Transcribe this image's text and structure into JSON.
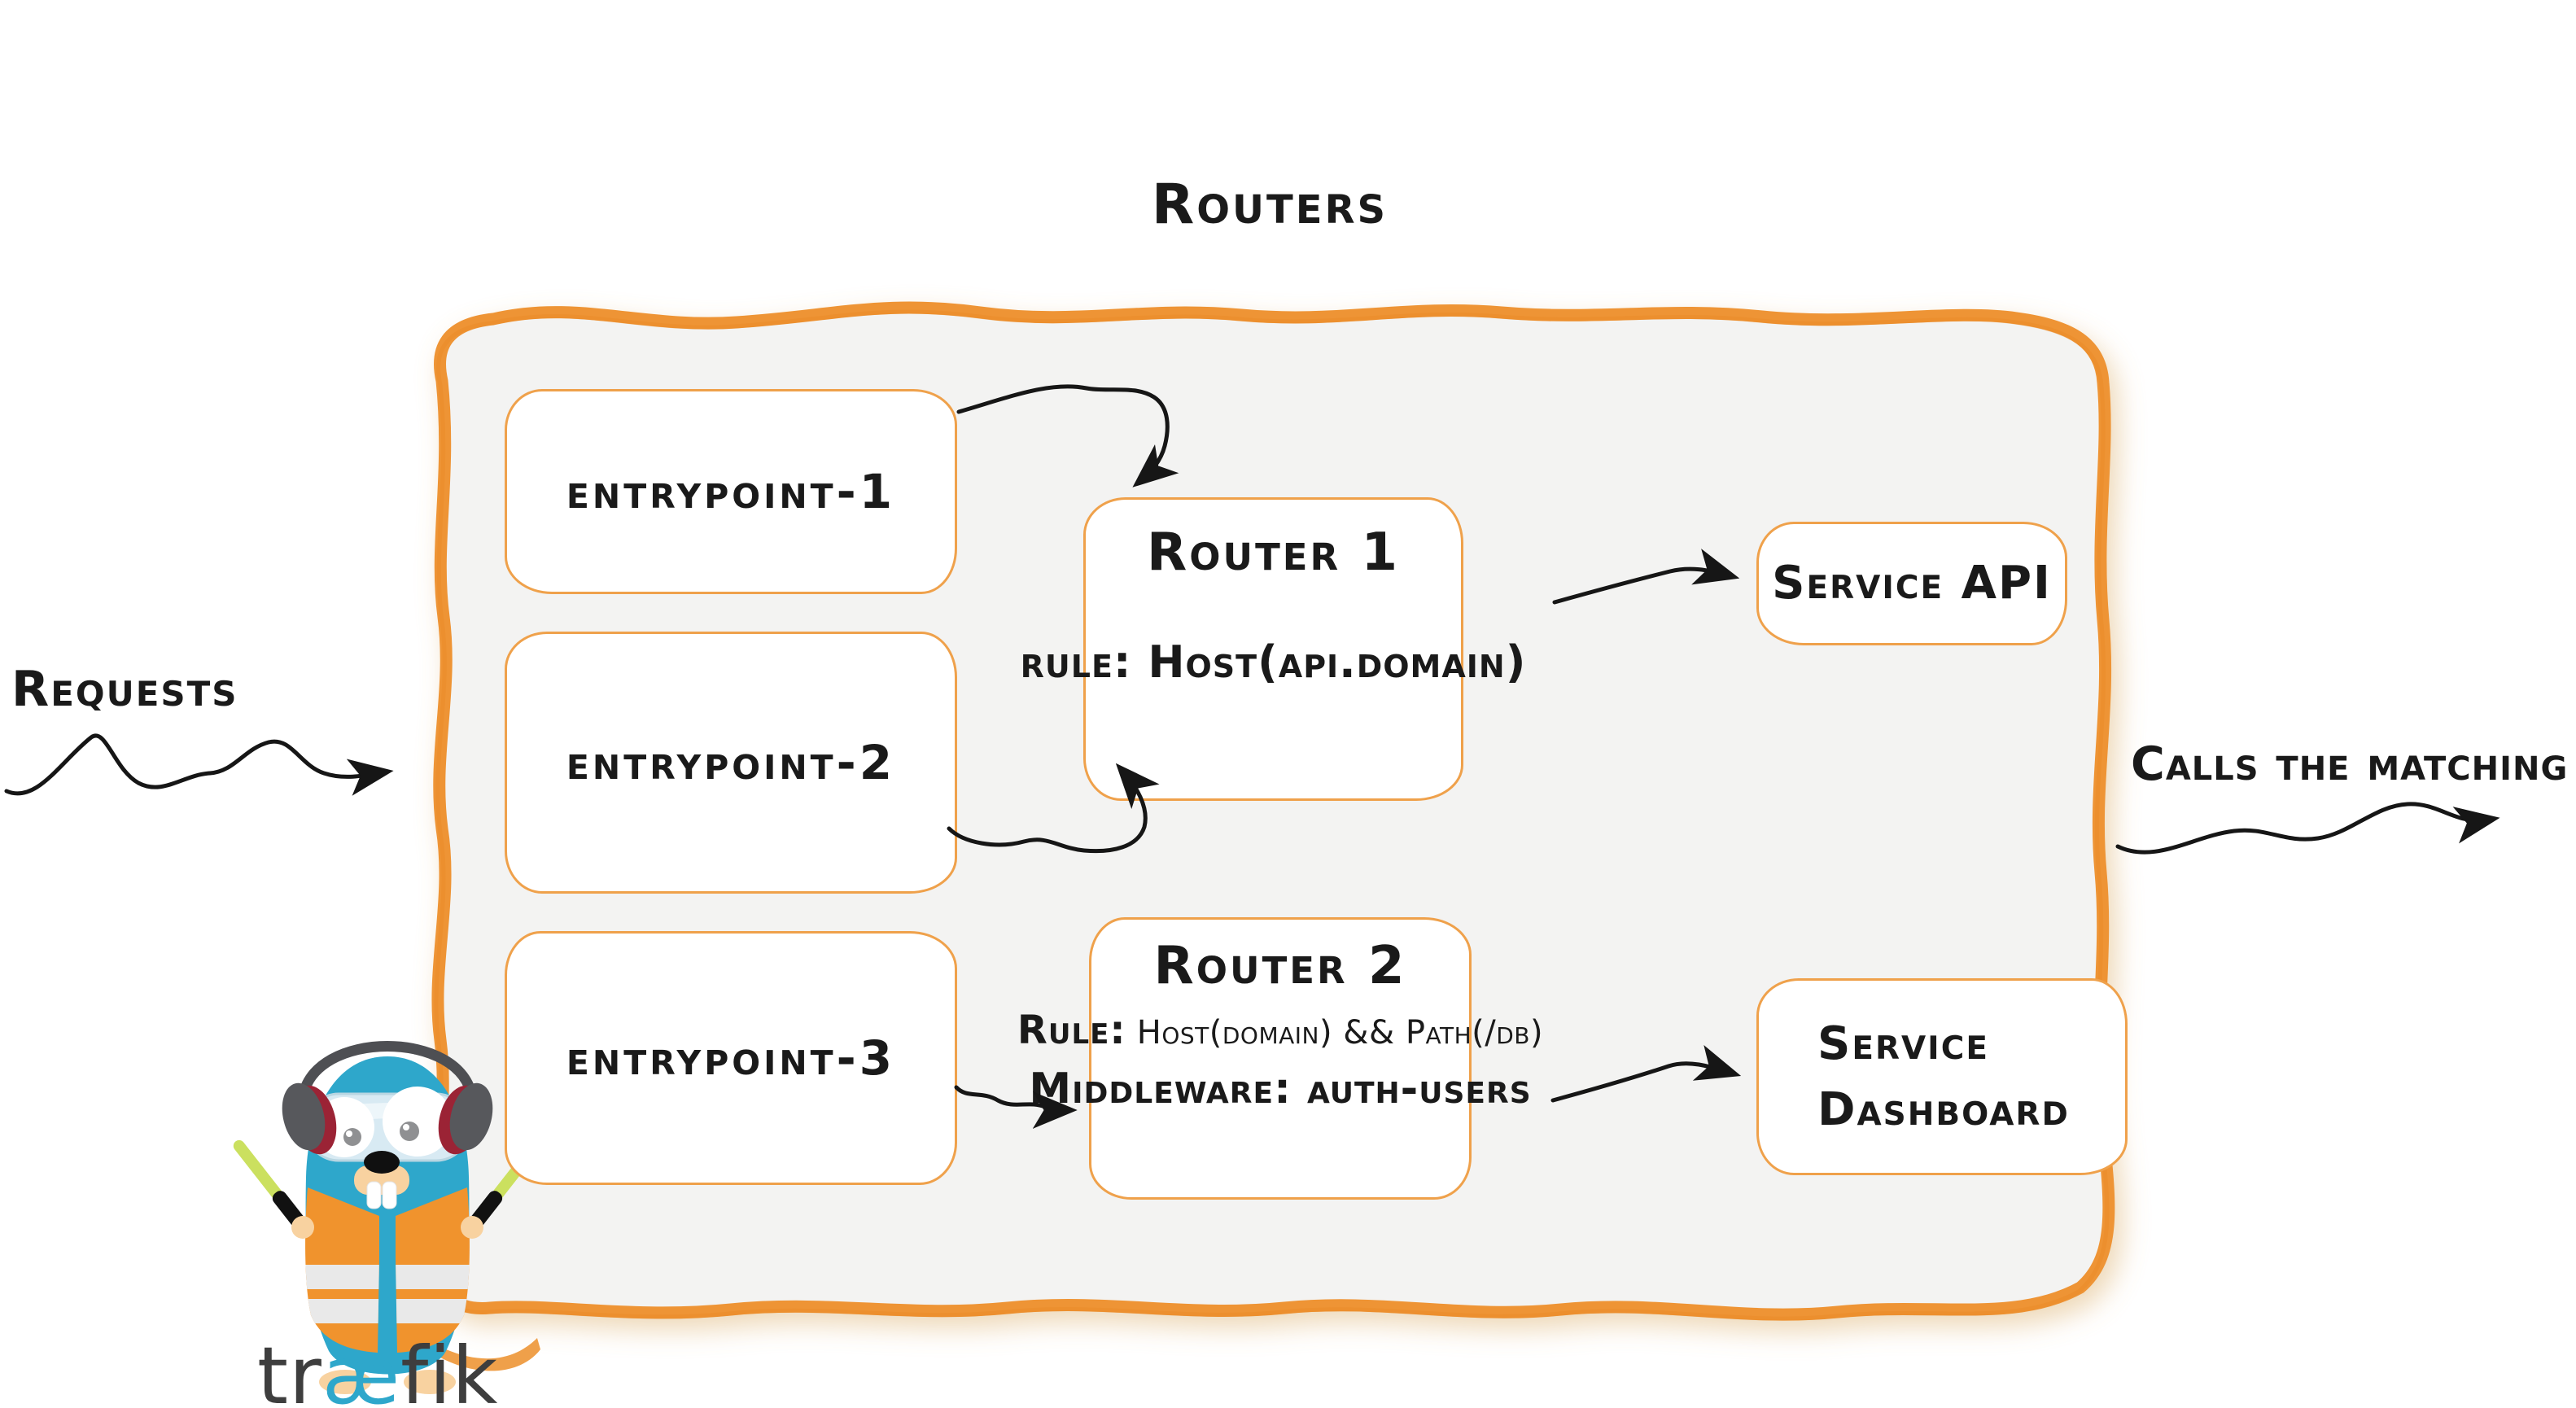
{
  "page": {
    "title": "Routers"
  },
  "labels": {
    "requests": "Requests",
    "calls": "Calls the matching server"
  },
  "entrypoints": [
    {
      "label": "entrypoint-1"
    },
    {
      "label": "entrypoint-2"
    },
    {
      "label": "entrypoint-3"
    }
  ],
  "routers": [
    {
      "title": "Router 1",
      "rule_label": "rule:",
      "rule_value": "Host(api.domain)"
    },
    {
      "title": "Router 2",
      "rule_label": "Rule:",
      "rule_value": "Host(domain) && Path(/db)",
      "middleware_label": "Middleware:",
      "middleware_value": "auth-users"
    }
  ],
  "services": [
    {
      "name": "Service API"
    },
    {
      "name_line1": "Service",
      "name_line2": "Dashboard"
    }
  ],
  "logo": {
    "wordmark_pre": "tr",
    "wordmark_ae": "æ",
    "wordmark_post": "fik"
  },
  "colors": {
    "container_stroke": "#EE9434",
    "box_border": "#EFA14B",
    "container_fill": "#F3F3F2",
    "ink": "#161616",
    "gopher_teal": "#2EA7CB",
    "vest_orange": "#F0932D",
    "stick_green": "#CBE05F",
    "headphone_gray": "#57585C",
    "headphone_red": "#9B2335"
  }
}
